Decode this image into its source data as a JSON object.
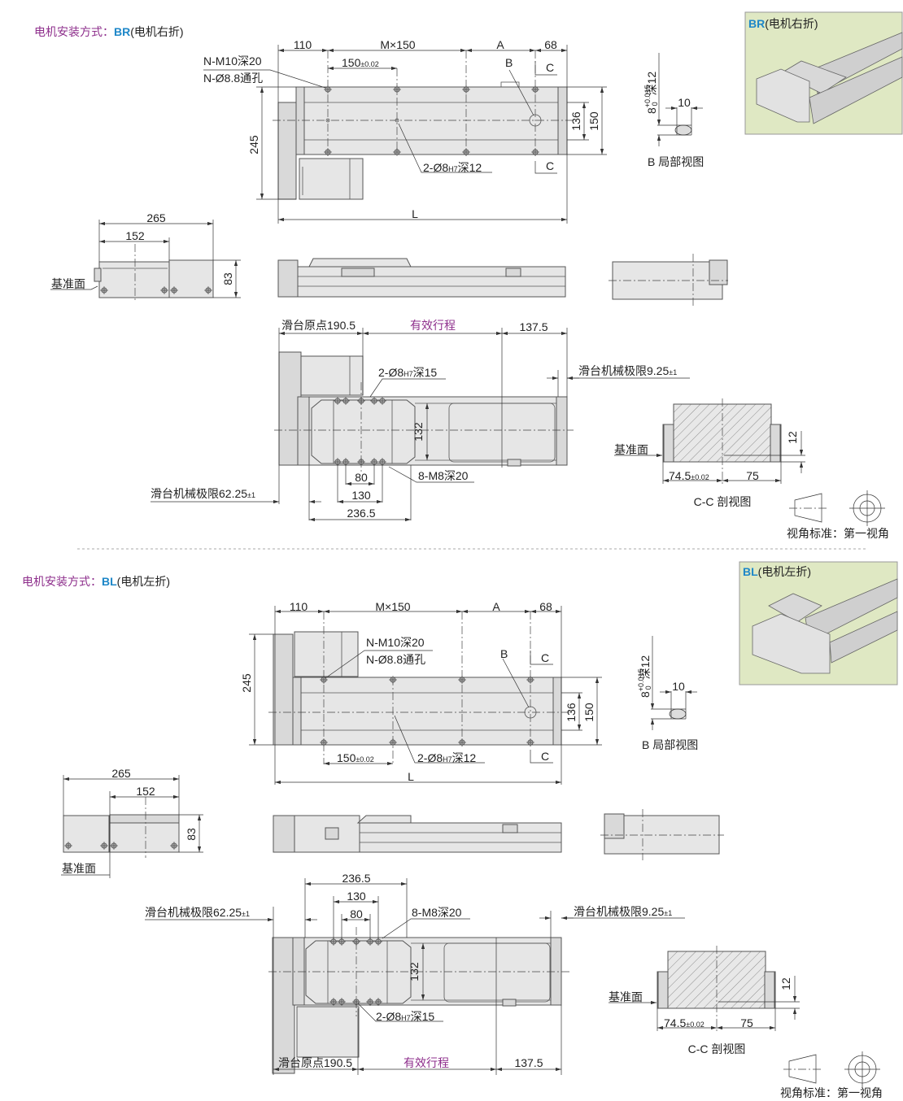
{
  "s1": {
    "title": {
      "prefix": "电机安装方式：",
      "code": "BR",
      "desc": "(电机右折)"
    },
    "top_view": {
      "d110": "110",
      "dm150": "M×150",
      "da": "A",
      "d68": "68",
      "note_m10": "N-M10深20",
      "note_hole": "N-Ø8.8通孔",
      "pitch": "150",
      "pitch_tol": "±0.02",
      "label_b": "B",
      "label_c1": "C",
      "label_c2": "C",
      "d136": "136",
      "d150": "150",
      "d245": "245",
      "pin_pre": "2-Ø8",
      "pin_sub": "H7",
      "pin_post": "深12",
      "dl": "L"
    },
    "b_detail": {
      "dia": "8",
      "tol_upper": "+0.015",
      "tol_lower": "0",
      "depth": "深12",
      "width": "10",
      "caption": "B 局部视图"
    },
    "photo": {
      "code": "BR",
      "desc": "(电机右折)"
    },
    "side_view": {
      "d265": "265",
      "d152": "152",
      "d83": "83",
      "datum": "基准面"
    },
    "bottom_view": {
      "origin": "滑台原点190.5",
      "stroke": "有效行程",
      "d137": "137.5",
      "pin_pre": "2-Ø8",
      "pin_sub": "H7",
      "pin_post": "深15",
      "limit_r": "滑台机械极限9.25",
      "limit_r_tol": "±1",
      "d132": "132",
      "tap": "8-M8深20",
      "d80": "80",
      "d130": "130",
      "d236": "236.5",
      "limit_l": "滑台机械极限62.25",
      "limit_l_tol": "±1"
    },
    "section_cc": {
      "datum": "基准面",
      "d12": "12",
      "d745": "74.5",
      "d745_tol": "±0.02",
      "d75": "75",
      "caption": "C-C 剖视图"
    },
    "projection": {
      "label": "视角标准：第一视角"
    }
  },
  "s2": {
    "title": {
      "prefix": "电机安装方式：",
      "code": "BL",
      "desc": "(电机左折)"
    },
    "top_view": {
      "d110": "110",
      "dm150": "M×150",
      "da": "A",
      "d68": "68",
      "note_m10": "N-M10深20",
      "note_hole": "N-Ø8.8通孔",
      "pitch": "150",
      "pitch_tol": "±0.02",
      "label_b": "B",
      "label_c1": "C",
      "label_c2": "C",
      "d136": "136",
      "d150": "150",
      "d245": "245",
      "pin_pre": "2-Ø8",
      "pin_sub": "H7",
      "pin_post": "深12",
      "dl": "L"
    },
    "b_detail": {
      "dia": "8",
      "tol_upper": "+0.015",
      "tol_lower": "0",
      "depth": "深12",
      "width": "10",
      "caption": "B 局部视图"
    },
    "photo": {
      "code": "BL",
      "desc": "(电机左折)"
    },
    "side_view": {
      "d265": "265",
      "d152": "152",
      "d83": "83",
      "datum": "基准面"
    },
    "bottom_view": {
      "origin": "滑台原点190.5",
      "stroke": "有效行程",
      "d137": "137.5",
      "pin_pre": "2-Ø8",
      "pin_sub": "H7",
      "pin_post": "深15",
      "limit_r": "滑台机械极限9.25",
      "limit_r_tol": "±1",
      "d132": "132",
      "tap": "8-M8深20",
      "d80": "80",
      "d130": "130",
      "d236": "236.5",
      "limit_l": "滑台机械极限62.25",
      "limit_l_tol": "±1"
    },
    "section_cc": {
      "datum": "基准面",
      "d12": "12",
      "d745": "74.5",
      "d745_tol": "±0.02",
      "d75": "75",
      "caption": "C-C 剖视图"
    },
    "projection": {
      "label": "视角标准：第一视角"
    }
  },
  "colors": {
    "title": "#8e2f8c",
    "code": "#1e87c8",
    "photo_bg": "#dfe8c3"
  }
}
